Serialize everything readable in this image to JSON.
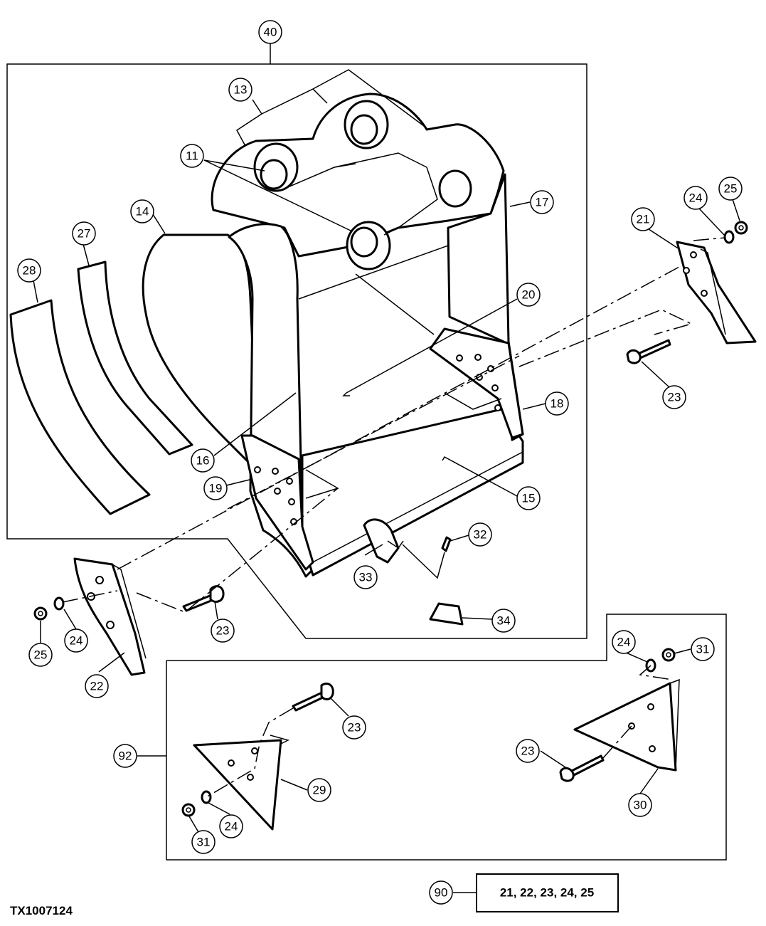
{
  "figure_id": "TX1007124",
  "kit": {
    "callout": "90",
    "contents": "21, 22, 23, 24, 25"
  },
  "callouts": {
    "c40": "40",
    "c13": "13",
    "c11": "11",
    "c14": "14",
    "c17": "17",
    "c27": "27",
    "c28": "28",
    "c20": "20",
    "c16": "16",
    "c18": "18",
    "c19": "19",
    "c15": "15",
    "c32": "32",
    "c33": "33",
    "c34": "34",
    "c21": "21",
    "c24a": "24",
    "c25a": "25",
    "c23a": "23",
    "c22": "22",
    "c24b": "24",
    "c25b": "25",
    "c23b": "23",
    "c92": "92",
    "c23c": "23",
    "c29": "29",
    "c24c": "24",
    "c31a": "31",
    "c24d": "24",
    "c31b": "31",
    "c23d": "23",
    "c30": "30"
  }
}
